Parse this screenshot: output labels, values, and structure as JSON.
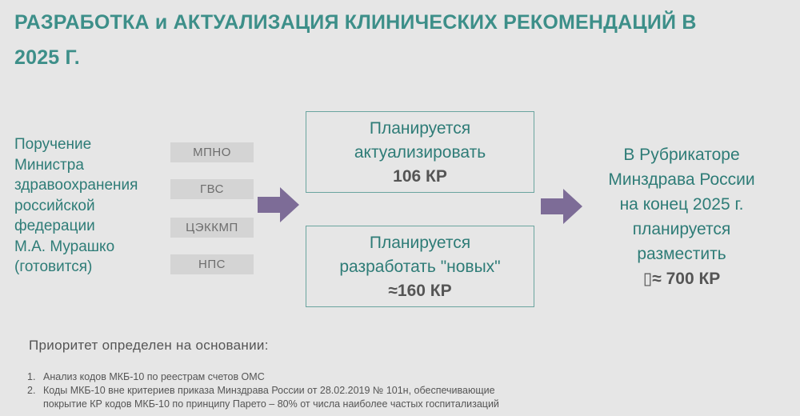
{
  "title": {
    "line1": "РАЗРАБОТКА и АКТУАЛИЗАЦИЯ КЛИНИЧЕСКИХ РЕКОМЕНДАЦИЙ В",
    "line2": "2025 Г."
  },
  "left_text": [
    "Поручение",
    "Министра",
    "здравоохранения",
    "российской",
    "федерации",
    "М.А. Мурашко",
    "(готовится)"
  ],
  "tags": [
    "МПНО",
    "ГВС",
    "ЦЭККМП",
    "НПС"
  ],
  "box_update": {
    "line1": "Планируется",
    "line2": "актуализировать",
    "count": "106 КР"
  },
  "box_new": {
    "line1": "Планируется",
    "line2": "разработать \"новых\"",
    "count": "≈160 КР"
  },
  "result": {
    "line1": "В Рубрикаторе",
    "line2": "Минздрава России",
    "line3": "на конец 2025 г.",
    "line4": "планируется",
    "line5": "разместить",
    "count": "▯≈ 700  КР"
  },
  "priority": "Приоритет определен на основании:",
  "notes": [
    {
      "num": "1.",
      "line1": "Анализ кодов МКБ-10 по реестрам счетов ОМС"
    },
    {
      "num": "2.",
      "line1": "Коды МКБ-10 вне критериев  приказа Минздрава России от 28.02.2019 № 101н, обеспечивающие",
      "line2": "покрытие КР кодов МКБ-10 по принципу Парето – 80% от числа наиболее частых госпитализаций"
    }
  ],
  "colors": {
    "background": "#e6e6e6",
    "accent": "#3d8f89",
    "arrow": "#7d6c97",
    "box_border": "#6aa49f"
  }
}
